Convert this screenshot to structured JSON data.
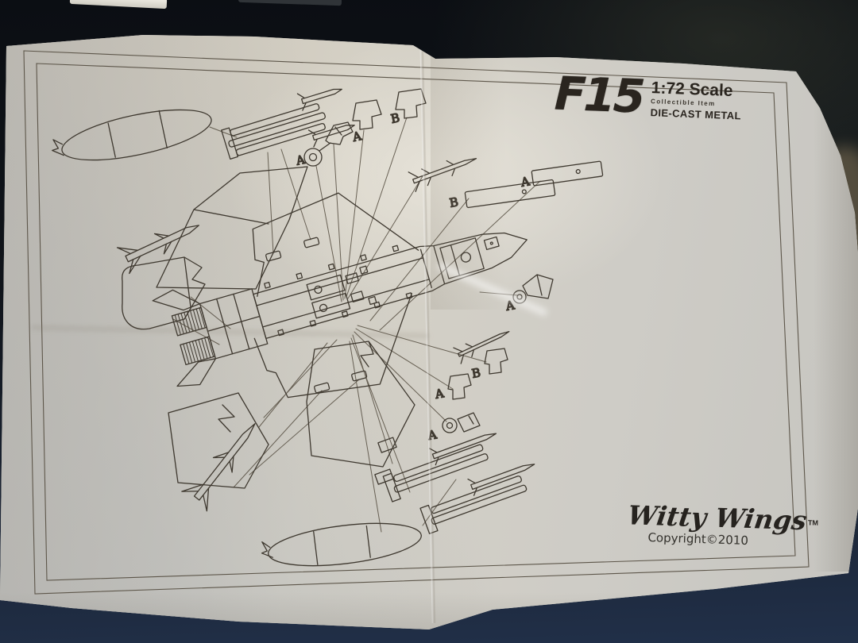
{
  "scene": {
    "background_color": "#10141a",
    "paper_color": "#ccc8bf",
    "ink_color": "#3e382f"
  },
  "sheet": {
    "title": "F15",
    "scale": "1:72 Scale",
    "subtitle": "Collectible Item",
    "material": "DIE-CAST METAL",
    "brand": "Witty Wings",
    "brand_tm": "TM",
    "copyright": "Copyright©2010",
    "labels": [
      {
        "letter": "A"
      },
      {
        "letter": "A"
      },
      {
        "letter": "B"
      },
      {
        "letter": "B"
      },
      {
        "letter": "A"
      },
      {
        "letter": "A"
      },
      {
        "letter": "B"
      },
      {
        "letter": "A"
      },
      {
        "letter": "A"
      }
    ]
  }
}
